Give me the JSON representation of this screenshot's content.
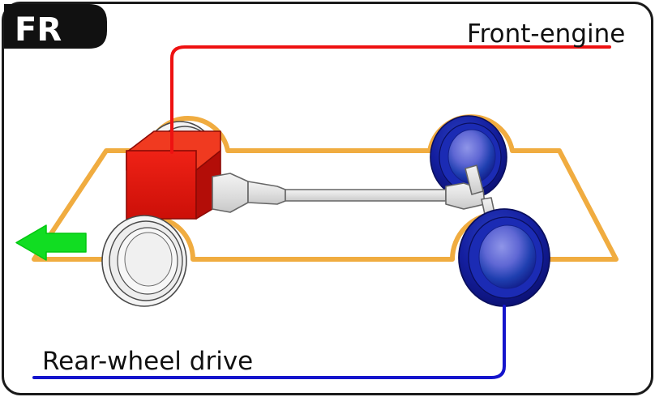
{
  "frame": {
    "border_color": "#1a1a1a",
    "background": "#ffffff",
    "corner_radius": 22
  },
  "badge": {
    "label": "FR",
    "background": "#111111",
    "text_color": "#ffffff"
  },
  "labels": {
    "front_engine": {
      "text": "Front-engine",
      "color": "#111111",
      "underline_color": "#ee1111"
    },
    "rear_wheel_drive": {
      "text": "Rear-wheel drive",
      "color": "#111111",
      "underline_color": "#1414cc"
    }
  },
  "leaders": {
    "engine_leader_color": "#ee1111",
    "drive_leader_color": "#1414cc"
  },
  "vehicle": {
    "body_outline_color": "#f0ac40",
    "direction_arrow": {
      "name": "direction-of-travel-arrow",
      "color": "#11dd22",
      "points_to": "left"
    },
    "engine": {
      "name": "engine-block",
      "front_color": "#e81a10",
      "side_color": "#b30d08",
      "top_color": "#f03a20"
    },
    "transmission": {
      "name": "transmission",
      "color": "#e2e2e2",
      "stroke": "#666666"
    },
    "driveshaft": {
      "name": "propeller-shaft",
      "color": "#dedede",
      "stroke": "#666666"
    },
    "differential": {
      "name": "rear-differential",
      "color": "#e2e2e2",
      "stroke": "#666666"
    },
    "wheels": {
      "driven_color_outer": "#1111aa",
      "driven_color_inner": "#6f76dd",
      "undriven_color": "#f2f2f2",
      "undriven_stroke": "#555555",
      "front_left": {
        "name": "front-left-wheel",
        "driven": "no"
      },
      "front_right": {
        "name": "front-right-wheel",
        "driven": "no"
      },
      "rear_left": {
        "name": "rear-left-wheel",
        "driven": "yes"
      },
      "rear_right": {
        "name": "rear-right-wheel",
        "driven": "yes"
      }
    }
  }
}
